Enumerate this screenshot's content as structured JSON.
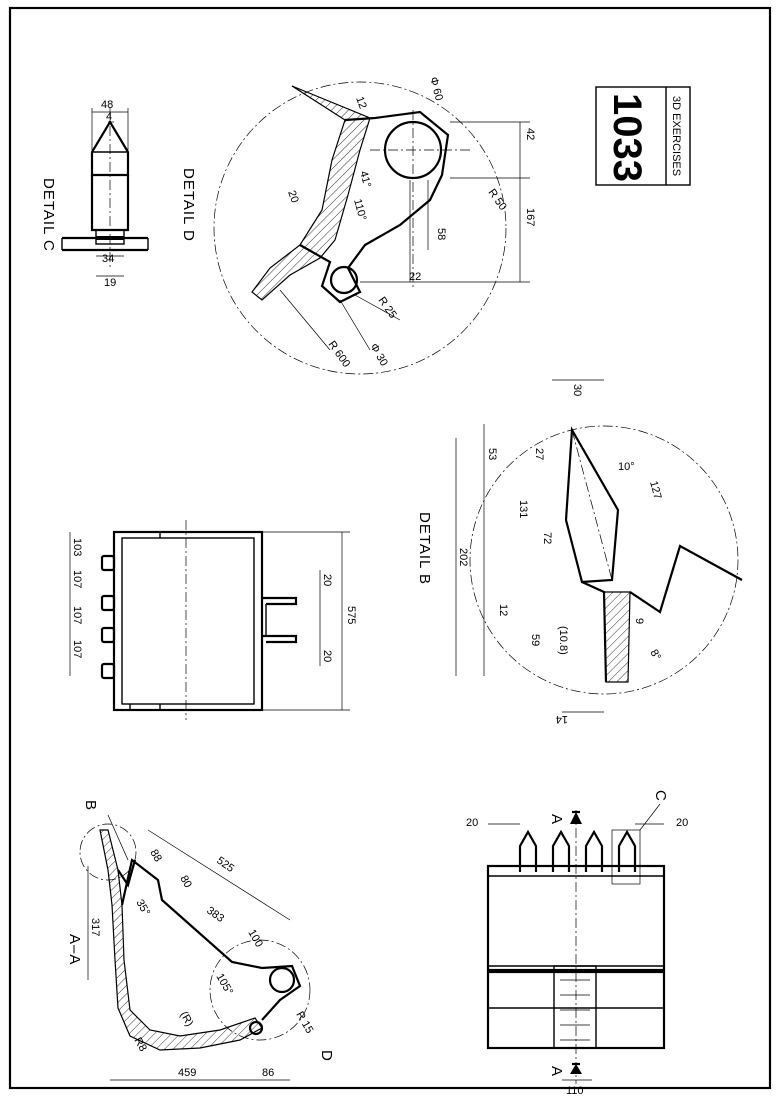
{
  "title_block": {
    "number": "1033",
    "subtitle": "3D EXERCISES"
  },
  "labels": {
    "detail_c": "DETAIL C",
    "detail_d": "DETAIL D",
    "detail_b": "DETAIL B",
    "section": "A–A",
    "b_marker": "B",
    "c_marker": "C",
    "d_marker": "D",
    "a_top": "A",
    "a_bottom": "A"
  },
  "dims": {
    "c_48": "48",
    "c_4": "4",
    "c_34": "34",
    "c_19": "19",
    "d_12": "12",
    "d_phi60": "Φ 60",
    "d_42": "42",
    "d_41": "41°",
    "d_110": "110°",
    "d_20": "20",
    "d_58": "58",
    "d_r50": "R 50",
    "d_167": "167",
    "d_22": "22",
    "d_r25": "R 25",
    "d_phi30": "Φ 30",
    "d_r600": "R 600",
    "f_103": "103",
    "f_107a": "107",
    "f_107b": "107",
    "f_107c": "107",
    "f_20a": "20",
    "f_20b": "20",
    "f_575": "575",
    "b_30": "30",
    "b_53": "53",
    "b_27": "27",
    "b_10deg": "10°",
    "b_127": "127",
    "b_131": "131",
    "b_72": "72",
    "b_202": "202",
    "b_12": "12",
    "b_59": "59",
    "b_10_8": "(10.8)",
    "b_14": "14",
    "b_9": "9",
    "b_8": "8°",
    "s_88": "88",
    "s_525": "525",
    "s_80": "80",
    "s_35": "35°",
    "s_383": "383",
    "s_317": "317",
    "s_100": "100",
    "s_105": "105°",
    "s_r15": "R 15",
    "s_r1": "(R)",
    "s_r8": "R8",
    "s_459": "459",
    "s_86": "86",
    "t_20a": "20",
    "t_20b": "20",
    "t_110": "110"
  }
}
